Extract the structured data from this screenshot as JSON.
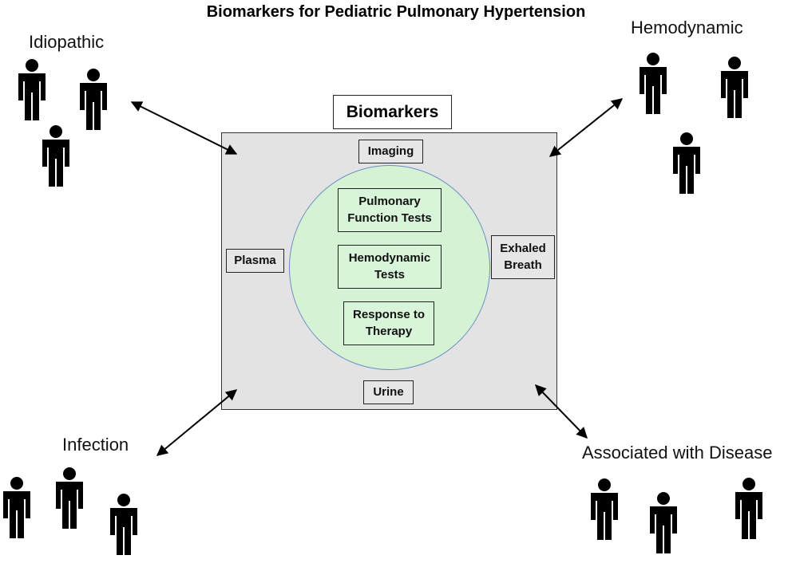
{
  "title": "Biomarkers for Pediatric Pulmonary Hypertension",
  "center": {
    "header": "Biomarkers",
    "outer_boxes": {
      "imaging": "Imaging",
      "plasma": "Plasma",
      "exhaled_breath": "Exhaled Breath",
      "urine": "Urine"
    },
    "inner_boxes": {
      "pulmonary_function": "Pulmonary Function Tests",
      "hemodynamic_tests": "Hemodynamic Tests",
      "response_to_therapy": "Response to Therapy"
    }
  },
  "groups": {
    "idiopathic": "Idiopathic",
    "hemodynamic": "Hemodynamic",
    "infection": "Infection",
    "associated": "Associated with Disease"
  },
  "colors": {
    "panel": "#e3e3e3",
    "circle_fill": "#d5f3d4",
    "circle_stroke": "#6f8fc4",
    "figure": "#000000"
  },
  "icons": [
    "person-icon",
    "double-arrow-icon"
  ]
}
